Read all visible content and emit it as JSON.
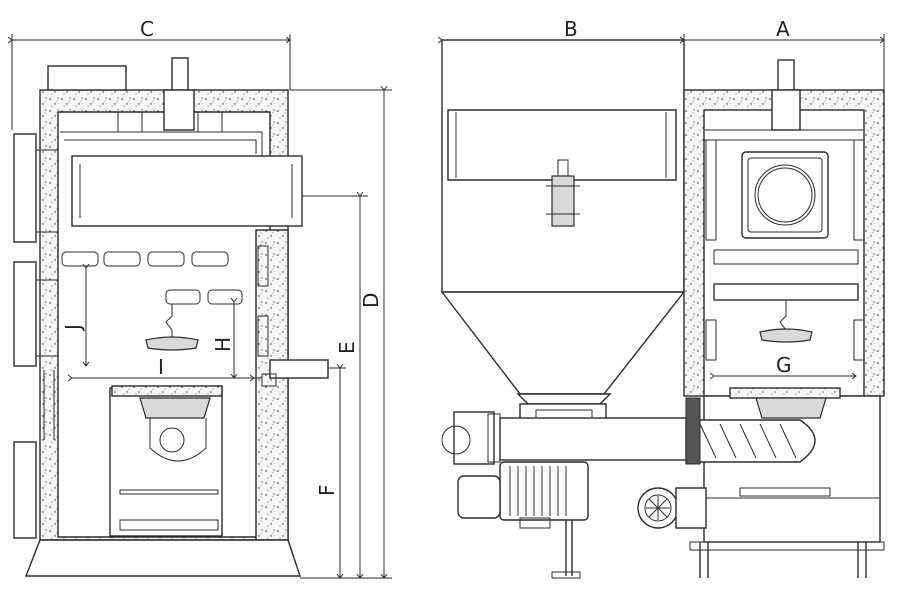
{
  "dimensions": {
    "A": "A",
    "B": "B",
    "C": "C",
    "D": "D",
    "E": "E",
    "F": "F",
    "G": "G",
    "H": "H",
    "I": "I",
    "J": "J"
  },
  "colors": {
    "line": "#2b2b2b",
    "insulation": "#f4f4f4",
    "background": "#ffffff"
  }
}
